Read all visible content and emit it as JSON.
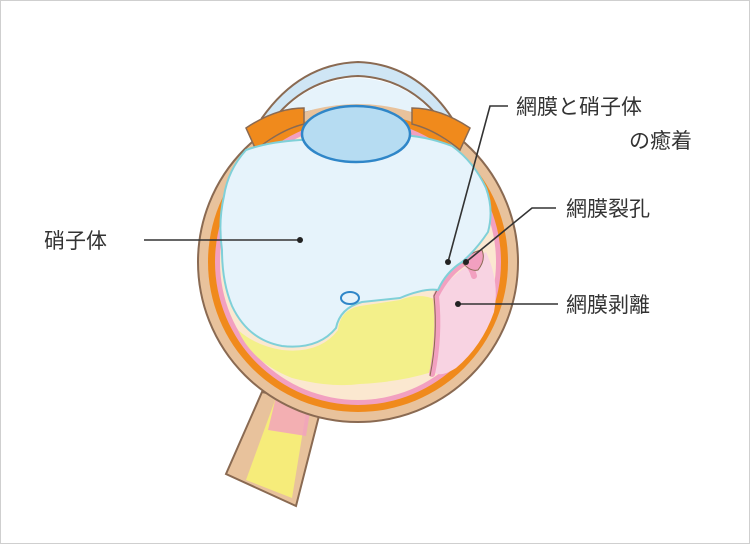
{
  "labels": {
    "vitreous": "硝子体",
    "adhesion_line1": "網膜と硝子体",
    "adhesion_line2": "の癒着",
    "retinal_tear": "網膜裂孔",
    "retinal_detachment": "網膜剥離"
  },
  "colors": {
    "sclera": "#e8c29c",
    "choroid": "#f08a1c",
    "retina": "#f2a0c0",
    "vitreous": "#e6f3fb",
    "vitreous_outline": "#7fd0d8",
    "liquefied_vitreous": "#f3f08a",
    "subretinal_fluid": "#f8d3e2",
    "lens": "#b6dcf2",
    "lens_outline": "#2f86c8",
    "cornea": "#cfe6f5",
    "optic_nerve": "#f6ec7a",
    "line": "#8a6a52"
  }
}
